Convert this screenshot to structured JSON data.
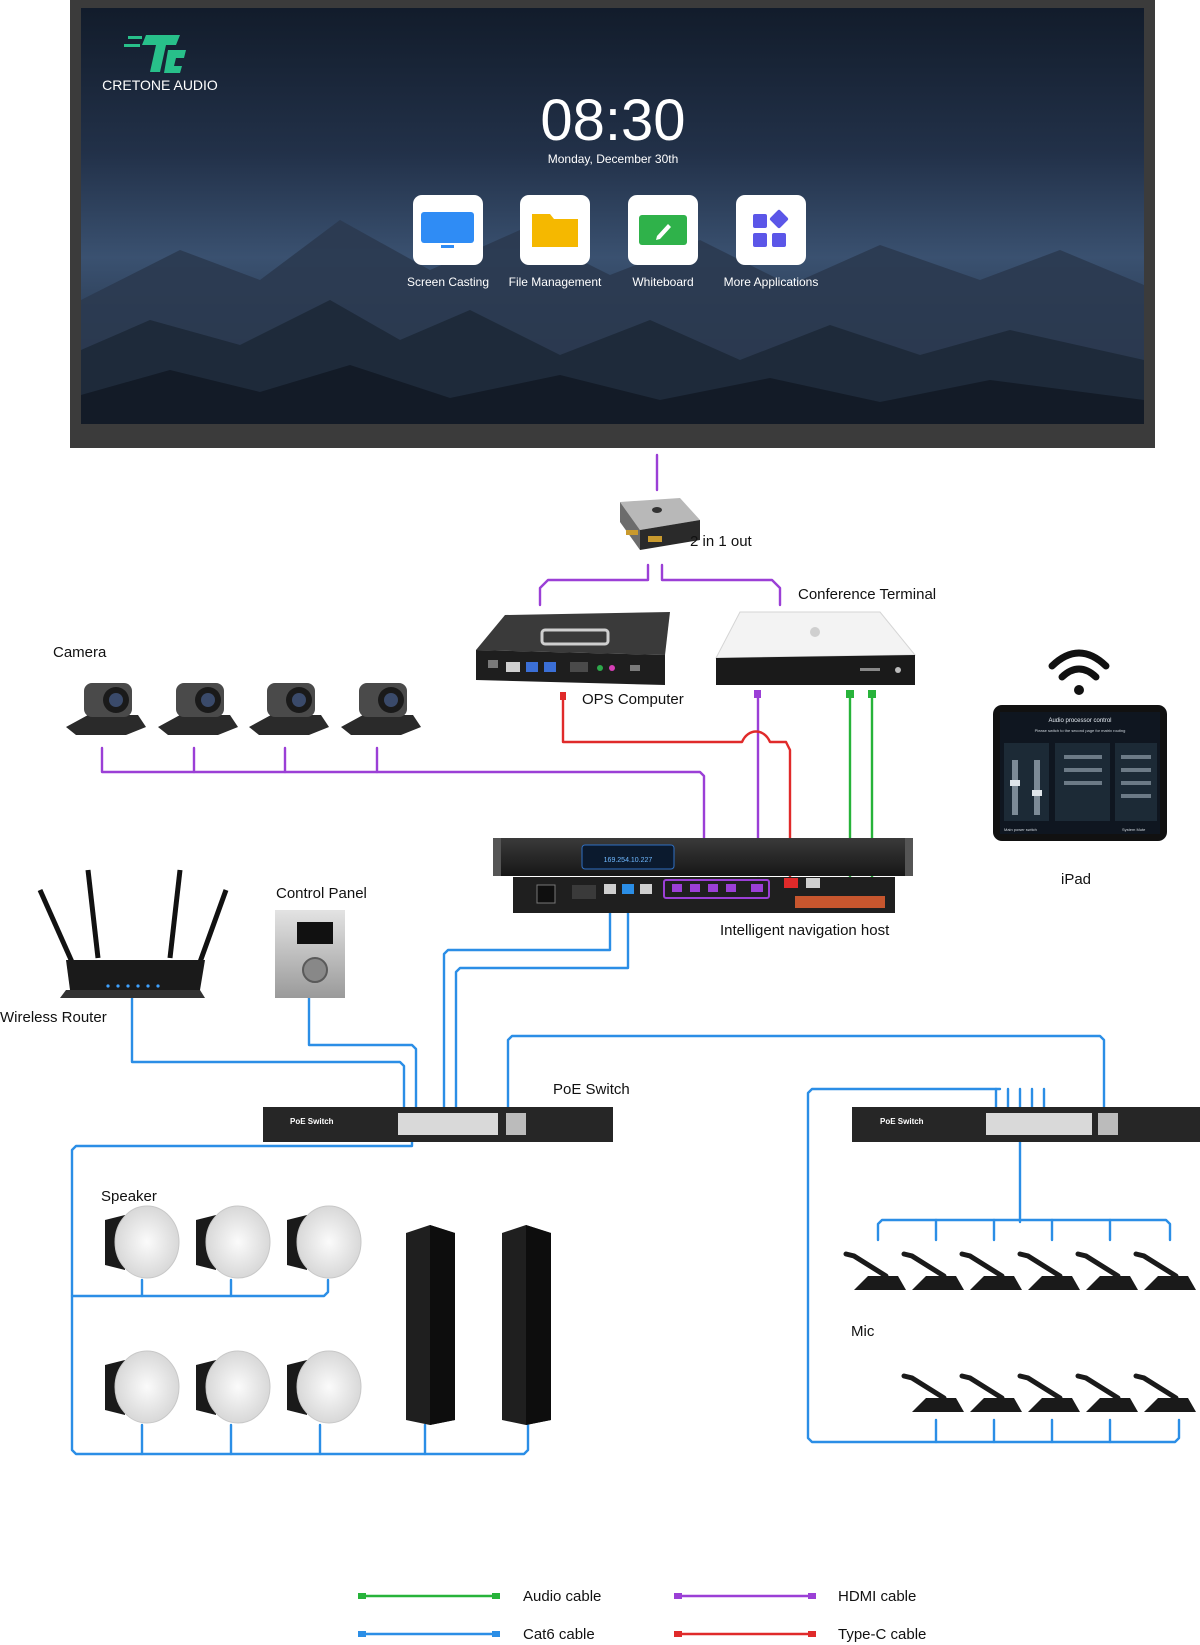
{
  "display": {
    "brand": "CRETONE AUDIO",
    "time": "08:30",
    "date": "Monday, December 30th",
    "apps": [
      {
        "label": "Screen Casting",
        "icon": "monitor-icon",
        "color": "#2f8cf5"
      },
      {
        "label": "File Management",
        "icon": "folder-icon",
        "color": "#f5b800"
      },
      {
        "label": "Whiteboard",
        "icon": "pen-icon",
        "color": "#2fb24a"
      },
      {
        "label": "More Applications",
        "icon": "grid-icon",
        "color": "#5b56e8"
      }
    ]
  },
  "devices": {
    "switcher": "2 in 1 out",
    "ops": "OPS Computer",
    "terminal": "Conference Terminal",
    "camera": "Camera",
    "ipad": "iPad",
    "control_panel": "Control Panel",
    "router": "Wireless Router",
    "host": "Intelligent navigation host",
    "host_ip": "169.254.10.227",
    "poe_switch": "PoE Switch",
    "speaker": "Speaker",
    "mic": "Mic"
  },
  "ipad_screen": {
    "title": "Audio processor control",
    "subtitle": "Please switch to the second page for matrix routing",
    "left_btn": "Main power switch",
    "right_btn": "System Mute"
  },
  "poe_label": "PoE Switch",
  "legend": [
    {
      "label": "Audio cable",
      "color": "#27b33a"
    },
    {
      "label": "HDMI cable",
      "color": "#9b3fd6"
    },
    {
      "label": "Cat6 cable",
      "color": "#2b8ee6"
    },
    {
      "label": "Type-C cable",
      "color": "#e02a2a"
    }
  ],
  "colors": {
    "cat6": "#2b8ee6",
    "hdmi": "#9b3fd6",
    "usbc": "#e02a2a",
    "audio": "#27b33a"
  }
}
